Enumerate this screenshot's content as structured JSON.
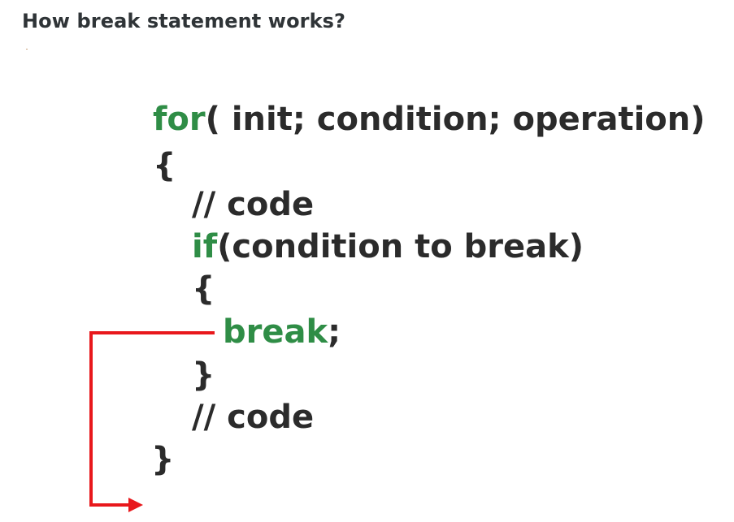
{
  "title": "How break statement works?",
  "code": {
    "for_keyword": "for",
    "for_rest": "( init; condition; operation)",
    "open_brace_outer": "{",
    "comment_1": "// code",
    "if_keyword": "if",
    "if_rest": "(condition to break)",
    "open_brace_inner": "{",
    "break_keyword": "break",
    "break_semicolon": ";",
    "close_brace_inner": "}",
    "comment_2": "// code",
    "close_brace_outer": "}"
  },
  "colors": {
    "keyword": "#2f8d46",
    "code_text": "#2b2b2b",
    "arrow": "#e8181c",
    "title": "#2f3437"
  }
}
